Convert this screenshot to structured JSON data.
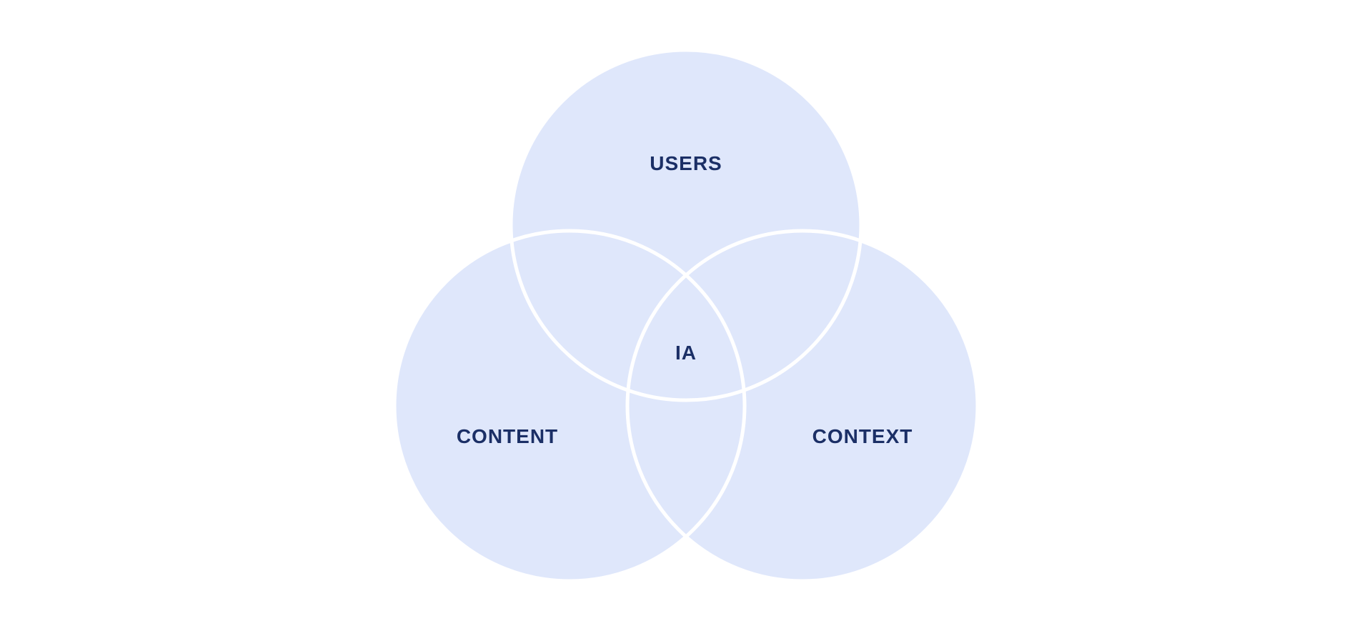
{
  "diagram": {
    "type": "venn",
    "colors": {
      "circle_fill": "#dfe7fb",
      "circle_stroke": "#ffffff",
      "label": "#1b2f66",
      "background": "#ffffff"
    },
    "sets": [
      {
        "id": "users",
        "label": "USERS"
      },
      {
        "id": "content",
        "label": "CONTENT"
      },
      {
        "id": "context",
        "label": "CONTEXT"
      }
    ],
    "intersection": {
      "label": "IA"
    }
  }
}
